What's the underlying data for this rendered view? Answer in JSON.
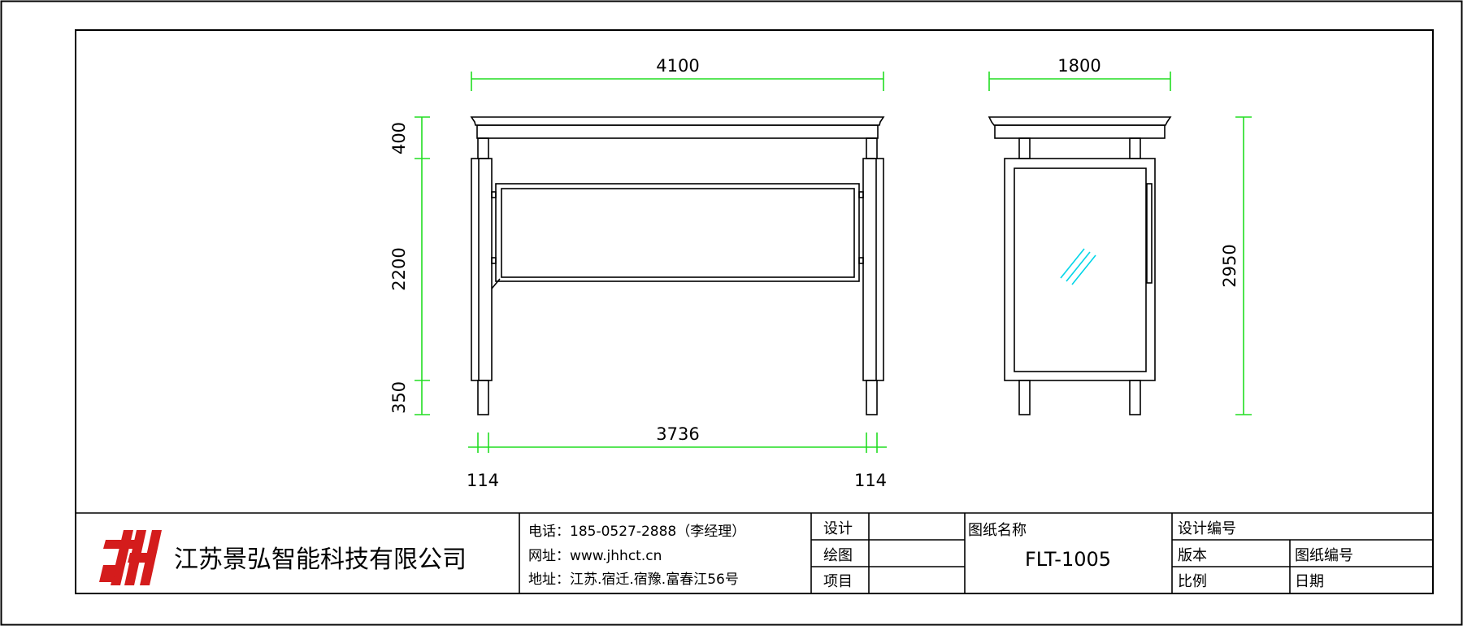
{
  "colors": {
    "dimension": "#22dd22",
    "glass": "#00d5e8",
    "logo": "#d41c1c",
    "line": "#000000"
  },
  "front_view": {
    "dim_width": "4100",
    "dim_inner": "3736",
    "dim_post_left": "114",
    "dim_post_right": "114",
    "dim_top": "400",
    "dim_middle": "2200",
    "dim_bottom": "350"
  },
  "side_view": {
    "dim_width": "1800",
    "dim_height": "2950"
  },
  "title_block": {
    "company_name": "江苏景弘智能科技有限公司",
    "phone": "电话：185-0527-2888（李经理）",
    "website": "网址：www.jhhct.cn",
    "address": "地址：江苏.宿迁.宿豫.富春江56号",
    "label_design": "设计",
    "label_draw": "绘图",
    "label_project": "项目",
    "label_drawing_name": "图纸名称",
    "drawing_code": "FLT-1005",
    "label_design_number": "设计编号",
    "label_version": "版本",
    "label_drawing_number": "图纸编号",
    "label_scale": "比例",
    "label_date": "日期"
  }
}
